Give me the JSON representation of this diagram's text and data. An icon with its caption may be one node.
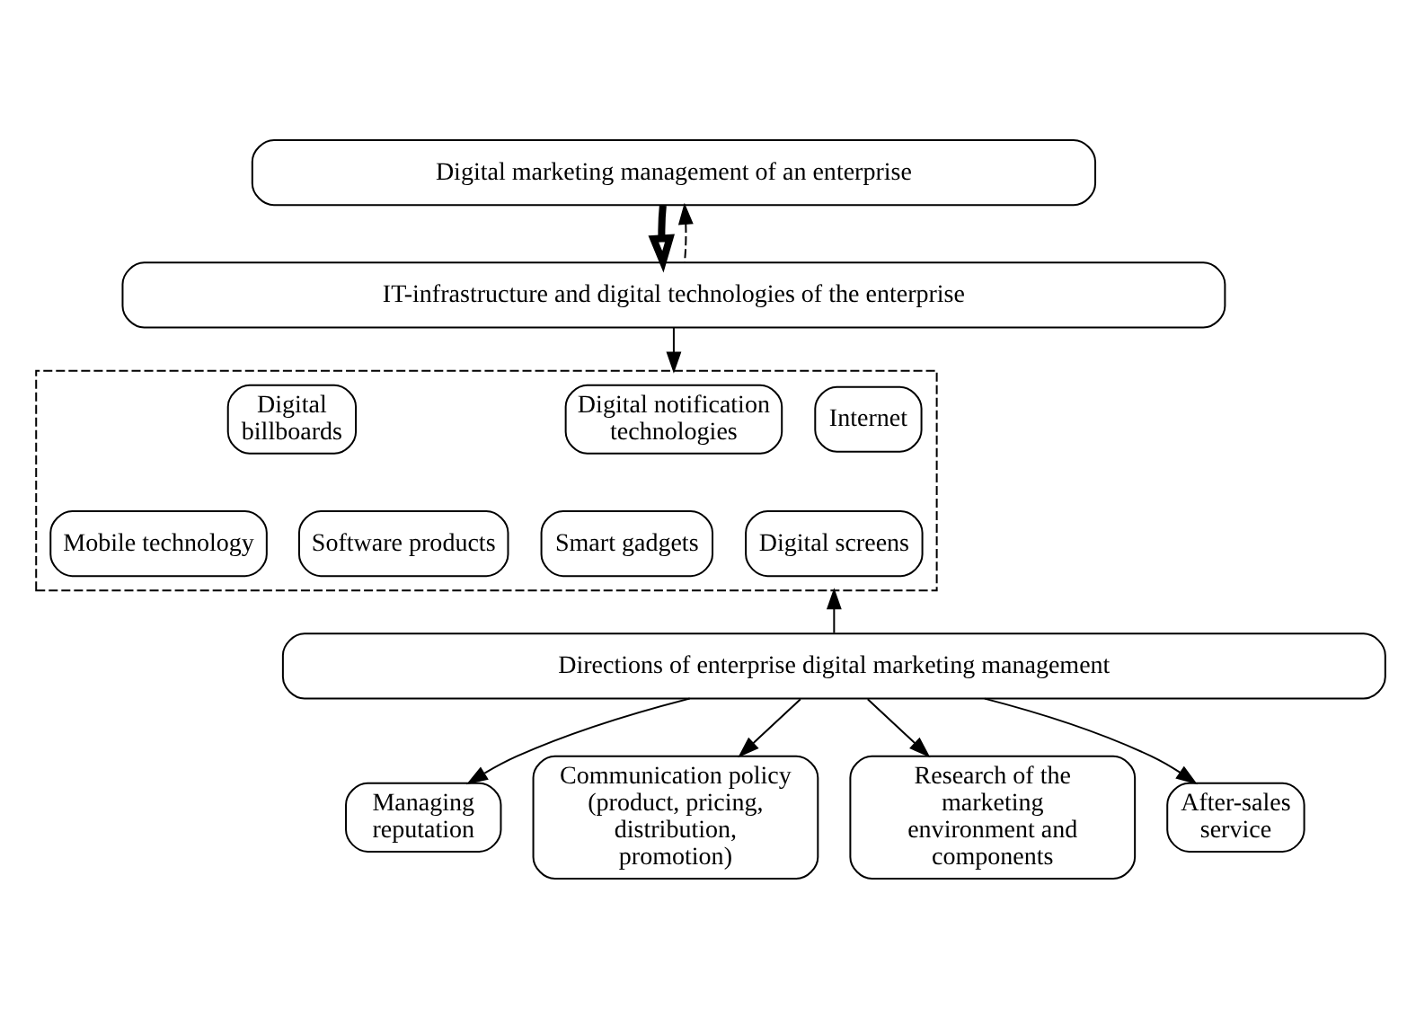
{
  "diagram": {
    "nodes": [
      {
        "text": [
          "Digital marketing management of an enterprise"
        ]
      },
      {
        "text": [
          "IT-infrastructure and digital technologies of the enterprise"
        ]
      },
      {
        "text": [],
        "shape": "box"
      },
      {
        "text": [
          "Internet"
        ],
        "in": 2
      },
      {
        "text": [
          "Digital notification technologies"
        ],
        "in": 2
      },
      {
        "text": [
          "Digital billboards"
        ],
        "in": 2
      },
      {
        "text": [
          "Smart gadgets"
        ],
        "in": 2
      },
      {
        "text": [
          "Software products"
        ],
        "in": 2
      },
      {
        "text": [
          "Digital screens"
        ],
        "in": 2
      },
      {
        "text": [
          "Mobile technology"
        ],
        "in": 2
      },
      {
        "text": [
          "Directions of enterprise digital marketing management"
        ]
      },
      {
        "text": [
          "Managing reputation"
        ]
      },
      {
        "text": [
          "Communication policy (product, pricing, distribution, promotion)"
        ]
      },
      {
        "text": [
          "Research of the marketing environment and components"
        ]
      },
      {
        "text": [
          "After-sales service"
        ]
      }
    ],
    "edges": [
      {
        "from": 0,
        "to": 1,
        "arrow": "to",
        "style": "thick"
      },
      {
        "from": 1,
        "to": 0,
        "arrow": "to",
        "style": "dashed"
      },
      {
        "from": 1,
        "to": 2,
        "arrow": "to"
      },
      {
        "from": 10,
        "to": 2,
        "arrow": "to"
      },
      {
        "from": 10,
        "to": 11,
        "arrow": "to"
      },
      {
        "from": 10,
        "to": 12,
        "arrow": "to"
      },
      {
        "from": 10,
        "to": 13,
        "arrow": "to"
      },
      {
        "from": 10,
        "to": 14,
        "arrow": "to"
      }
    ]
  }
}
